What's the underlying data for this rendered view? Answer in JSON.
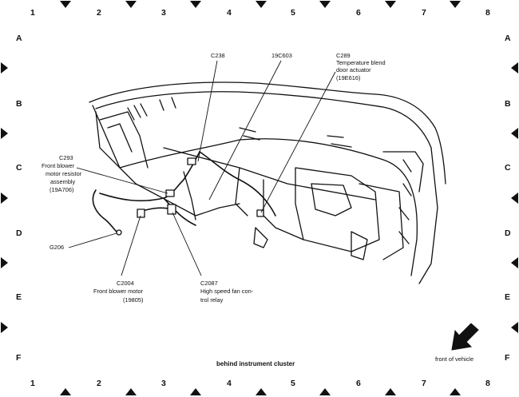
{
  "grid": {
    "columns": [
      "1",
      "2",
      "3",
      "4",
      "5",
      "6",
      "7",
      "8"
    ],
    "rows": [
      "A",
      "B",
      "C",
      "D",
      "E",
      "F"
    ]
  },
  "callouts": {
    "c238": "C238",
    "n19c603": "19C603",
    "c289": "C289",
    "c289_desc1": "Temperature blend",
    "c289_desc2": "door actuator",
    "c289_part": "(19E616)",
    "c293": "C293",
    "c293_desc1": "Front blower",
    "c293_desc2": "motor resistor",
    "c293_desc3": "assembly",
    "c293_part": "(19A706)",
    "g206": "G206",
    "c2004": "C2004",
    "c2004_desc": "Front blower motor",
    "c2004_part": "(19805)",
    "c2087": "C2087",
    "c2087_desc1": "High speed fan con-",
    "c2087_desc2": "trol relay"
  },
  "caption": "behind instrument cluster",
  "orientation": {
    "label": "front of vehicle",
    "icon": "direction-arrow-icon"
  },
  "colors": {
    "ink": "#111111",
    "background": "#ffffff"
  }
}
